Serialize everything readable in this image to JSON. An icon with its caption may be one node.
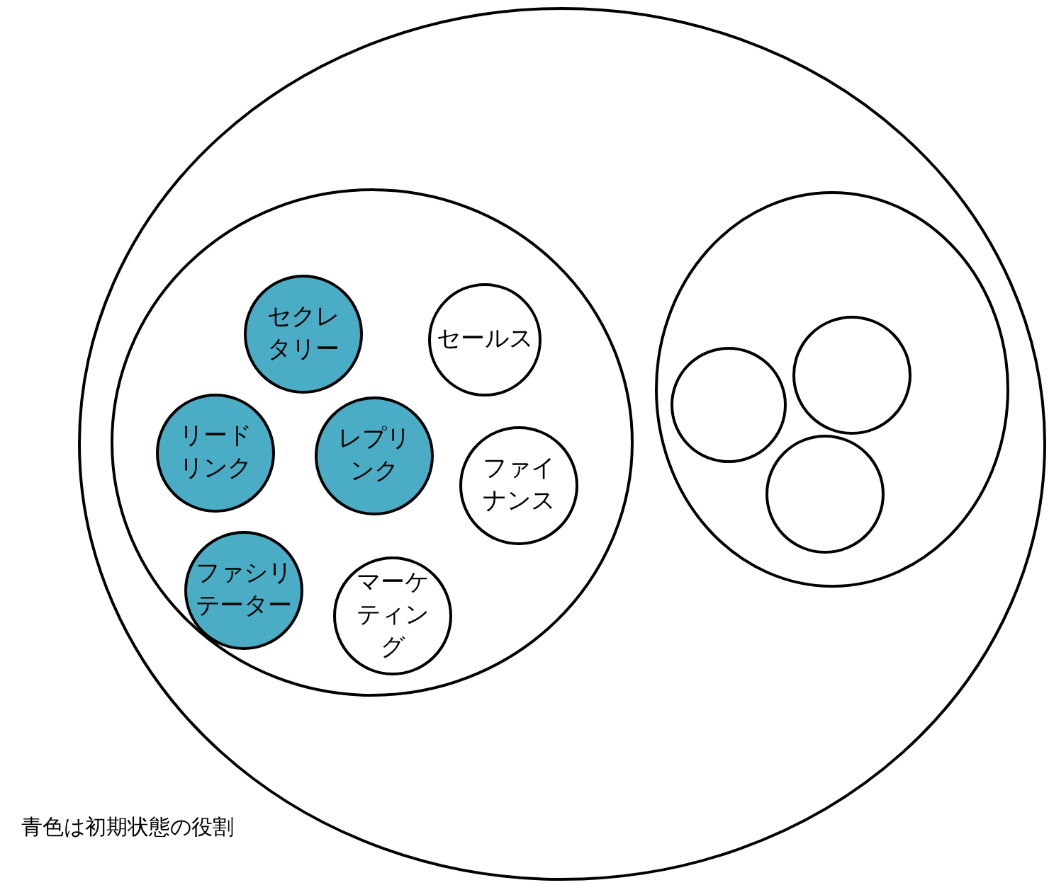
{
  "diagram": {
    "nodes": [
      {
        "text": [],
        "shape": "circle"
      },
      {
        "text": [],
        "shape": "circle",
        "in": 0
      },
      {
        "text": [
          "セクレタリー"
        ],
        "in": 1
      },
      {
        "text": [
          "セールス"
        ],
        "in": 1
      },
      {
        "text": [
          "リードリンク"
        ],
        "in": 1
      },
      {
        "text": [
          "レプリンク"
        ],
        "in": 1
      },
      {
        "text": [
          "ファイナンス"
        ],
        "in": 1
      },
      {
        "text": [
          "ファシリテーター"
        ],
        "in": 1
      },
      {
        "text": [
          "マーケティング"
        ],
        "in": 1
      },
      {
        "text": [],
        "shape": "circle",
        "in": 0
      },
      {
        "text": [],
        "shape": "circle",
        "in": 9
      },
      {
        "text": [],
        "shape": "circle",
        "in": 9
      },
      {
        "text": [],
        "shape": "circle",
        "in": 9
      }
    ],
    "edges": [],
    "labels": [
      "青色は初期状態の役割"
    ]
  }
}
